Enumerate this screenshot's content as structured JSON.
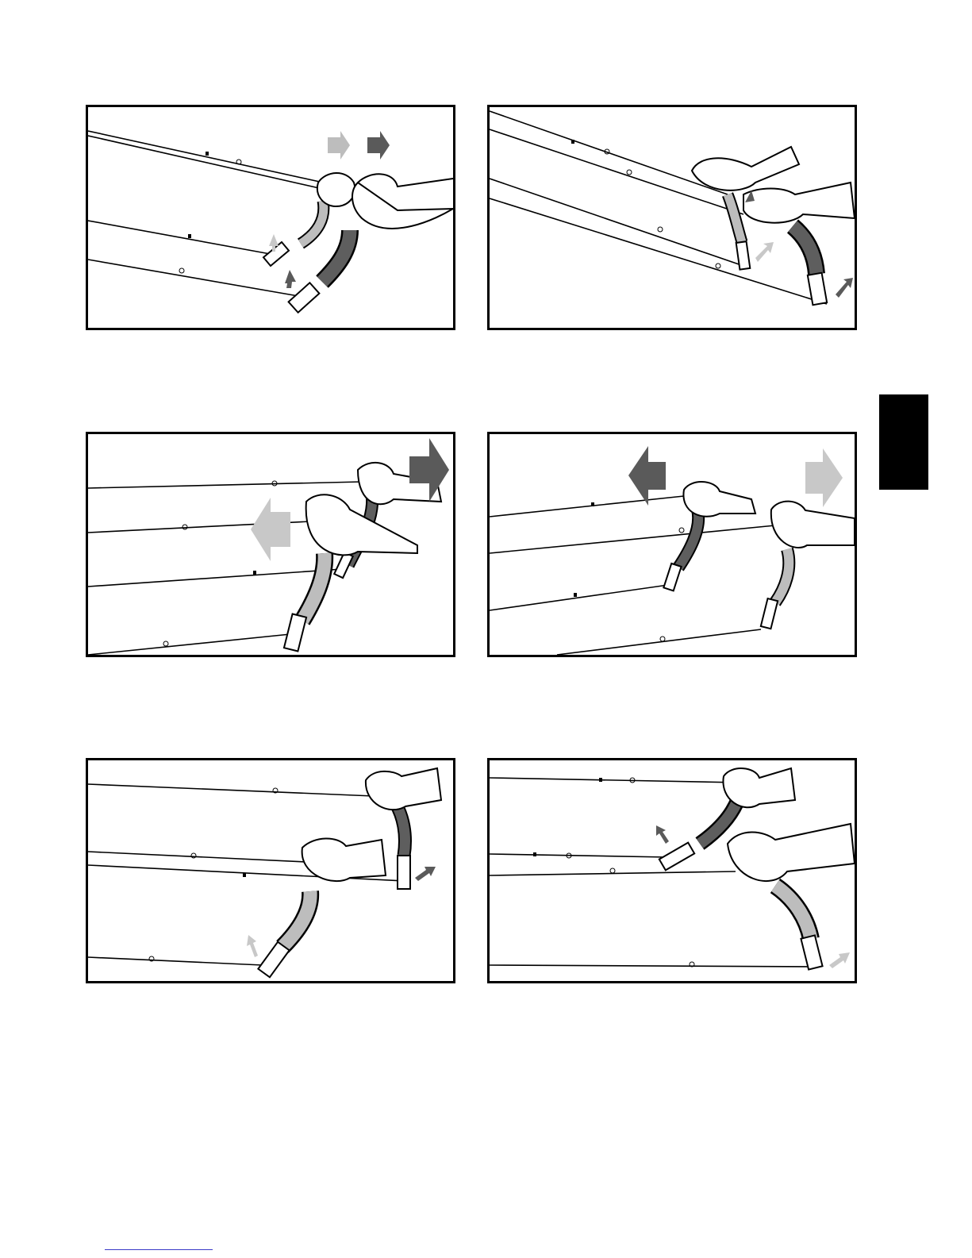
{
  "page": {
    "panels": [
      {
        "id": "p1",
        "caption": ""
      },
      {
        "id": "p2",
        "caption": ""
      },
      {
        "id": "p3",
        "caption": ""
      },
      {
        "id": "p4",
        "caption": ""
      },
      {
        "id": "p5",
        "caption": ""
      },
      {
        "id": "p6",
        "caption": ""
      }
    ],
    "colors": {
      "dark_grip": "#5e5e5e",
      "light_grip": "#bdbdbd",
      "dark_arrow": "#5a5a5a",
      "light_arrow": "#c8c8c8",
      "frame": "#000000",
      "section_tab": "#000000",
      "footer_link": "#3a3ac8"
    }
  }
}
